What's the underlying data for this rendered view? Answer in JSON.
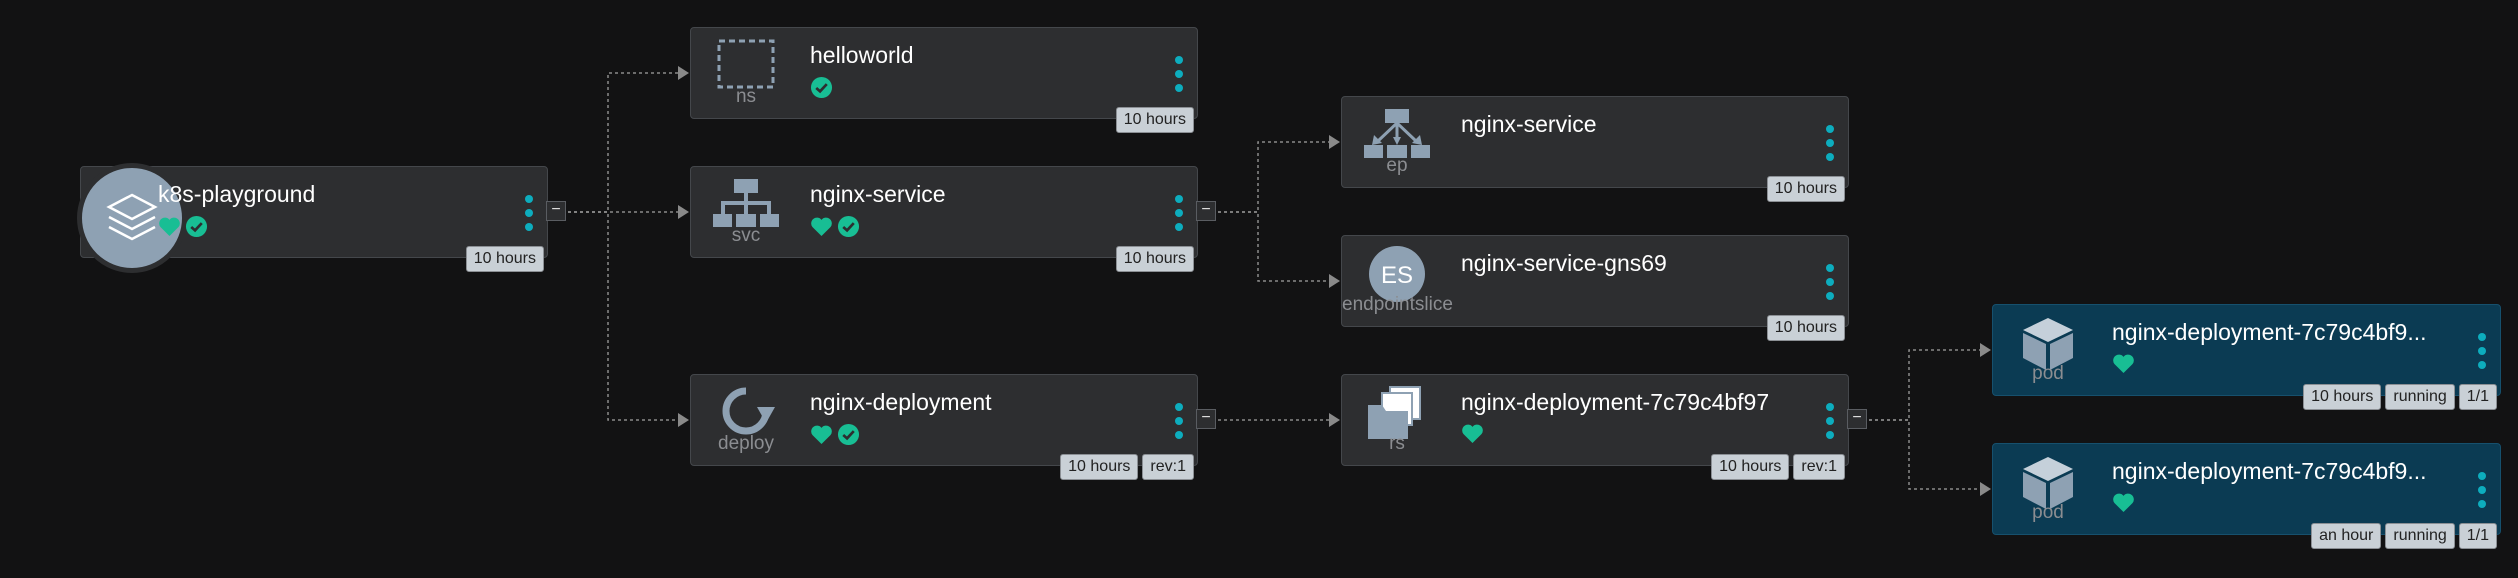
{
  "colors": {
    "background": "#121213",
    "node": "#2d2e30",
    "node_selected": "#0b3b53",
    "menu_dots": "#0dadbe",
    "healthy": "#18be94",
    "edge": "#8a8a8a"
  },
  "nodes": [
    {
      "id": "root",
      "title": "k8s-playground",
      "kind": "",
      "icon": "layers-icon",
      "status": [
        "heart-icon",
        "check-icon"
      ],
      "badges": [
        "10 hours"
      ],
      "collapsible": true
    },
    {
      "id": "ns",
      "title": "helloworld",
      "kind": "ns",
      "icon": "namespace-icon",
      "status": [
        "check-icon"
      ],
      "badges": [
        "10 hours"
      ],
      "collapsible": false
    },
    {
      "id": "svc",
      "title": "nginx-service",
      "kind": "svc",
      "icon": "service-icon",
      "status": [
        "heart-icon",
        "check-icon"
      ],
      "badges": [
        "10 hours"
      ],
      "collapsible": true
    },
    {
      "id": "deploy",
      "title": "nginx-deployment",
      "kind": "deploy",
      "icon": "deploy-icon",
      "status": [
        "heart-icon",
        "check-icon"
      ],
      "badges": [
        "10 hours",
        "rev:1"
      ],
      "collapsible": true
    },
    {
      "id": "ep",
      "title": "nginx-service",
      "kind": "ep",
      "icon": "endpoints-icon",
      "status": [],
      "badges": [
        "10 hours"
      ],
      "collapsible": false
    },
    {
      "id": "eps",
      "title": "nginx-service-gns69",
      "kind": "endpointslice",
      "icon": "endpointslice-icon",
      "icon_text": "ES",
      "status": [],
      "badges": [
        "10 hours"
      ],
      "collapsible": false
    },
    {
      "id": "rs",
      "title": "nginx-deployment-7c79c4bf97",
      "kind": "rs",
      "icon": "replicaset-icon",
      "status": [
        "heart-icon"
      ],
      "badges": [
        "10 hours",
        "rev:1"
      ],
      "collapsible": true
    },
    {
      "id": "pod1",
      "title": "nginx-deployment-7c79c4bf9...",
      "kind": "pod",
      "icon": "pod-icon",
      "status": [
        "heart-icon"
      ],
      "badges": [
        "10 hours",
        "running",
        "1/1"
      ],
      "collapsible": false,
      "selected": true
    },
    {
      "id": "pod2",
      "title": "nginx-deployment-7c79c4bf9...",
      "kind": "pod",
      "icon": "pod-icon",
      "status": [
        "heart-icon"
      ],
      "badges": [
        "an hour",
        "running",
        "1/1"
      ],
      "collapsible": false,
      "selected": true
    }
  ]
}
